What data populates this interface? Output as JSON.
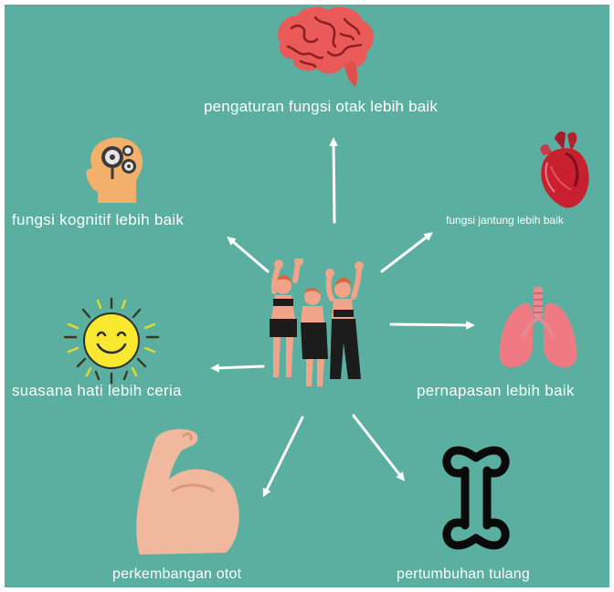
{
  "background_color": "#5aafa1",
  "text_color": "#ffffff",
  "arrow_color": "#ffffff",
  "center": {
    "icon": "three-women-raising-fists-icon"
  },
  "benefits": [
    {
      "id": "brain",
      "label": "pengaturan fungsi otak lebih baik",
      "icon": "brain-icon"
    },
    {
      "id": "cog",
      "label": "fungsi kognitif lebih baik",
      "icon": "head-gears-icon"
    },
    {
      "id": "heart",
      "label": "fungsi jantung lebih baik",
      "icon": "heart-icon"
    },
    {
      "id": "mood",
      "label": "suasana hati lebih ceria",
      "icon": "smiling-sun-icon"
    },
    {
      "id": "lungs",
      "label": "pernapasan lebih baik",
      "icon": "lungs-icon"
    },
    {
      "id": "muscle",
      "label": "perkembangan otot",
      "icon": "flexed-arm-icon"
    },
    {
      "id": "bone",
      "label": "pertumbuhan tulang",
      "icon": "bone-icon"
    }
  ]
}
